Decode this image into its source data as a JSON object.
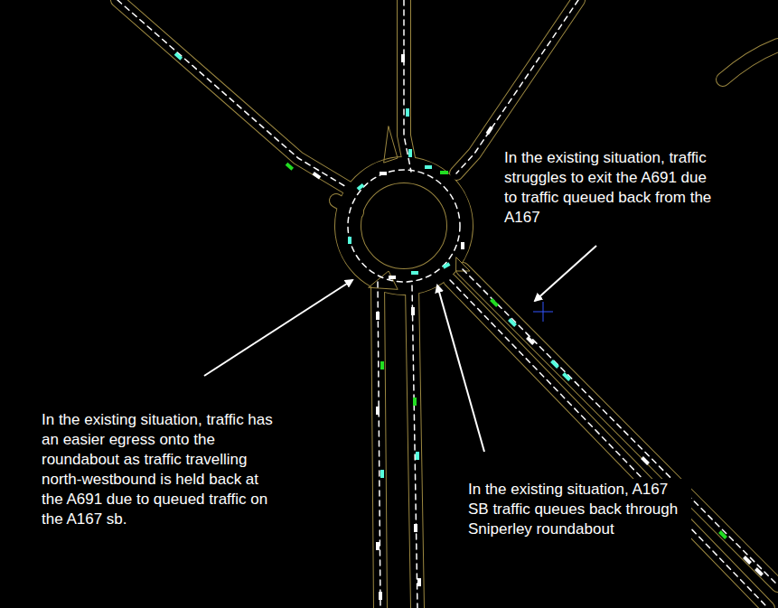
{
  "diagram": {
    "labels": [
      "In the existing situation, traffic struggles to exit the A691 due to traffic queued back from the A167",
      "In the existing situation, traffic has an easier egress onto the roundabout as traffic travelling north-westbound is held back at the A691 due to queued traffic on the A167 sb.",
      "In the existing situation, A167 SB traffic queues back through Sniperley roundabout"
    ]
  }
}
